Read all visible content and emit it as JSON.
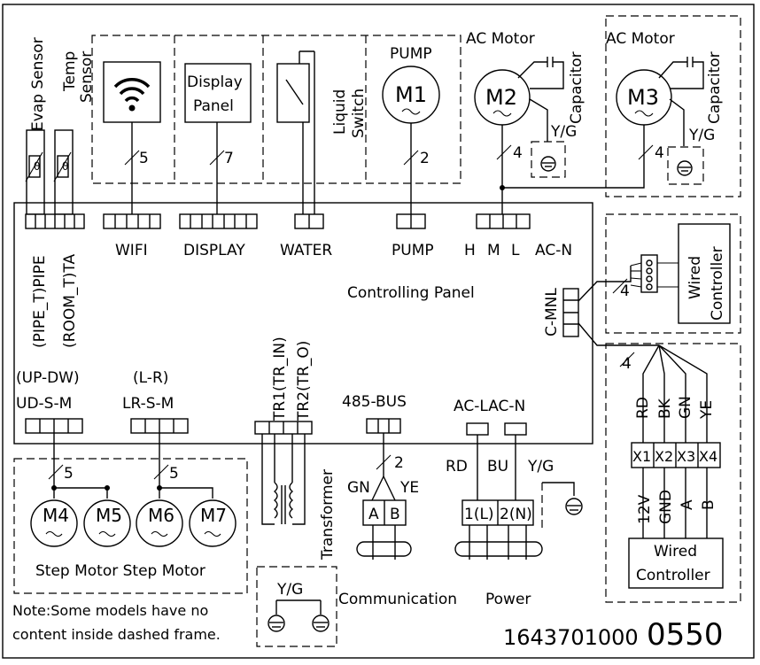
{
  "sensors": {
    "evap": "Evap Sensor",
    "temp_line1": "Temp",
    "temp_line2": "Sensor",
    "pipe_label": "(PIPE_T)PIPE",
    "room_label": "(ROOM_T)TA"
  },
  "devices": {
    "wifi_wires": "5",
    "display_line1": "Display",
    "display_line2": "Panel",
    "display_wires": "7",
    "liquid_line1": "Liquid",
    "liquid_line2": "Switch",
    "pump_title": "PUMP",
    "pump_motor": "M1",
    "pump_wires": "2"
  },
  "ac_motors": [
    {
      "title": "AC Motor",
      "motor": "M2",
      "cap_label": "Capacitor",
      "ground": "Y/G",
      "wires": "4"
    },
    {
      "title": "AC Motor",
      "motor": "M3",
      "cap_label": "Capacitor",
      "ground": "Y/G",
      "wires": "4"
    }
  ],
  "panel": {
    "title": "Controlling Panel",
    "wifi": "WIFI",
    "display": "DISPLAY",
    "water": "WATER",
    "pump": "PUMP",
    "fan_h": "H",
    "fan_m": "M",
    "fan_l": "L",
    "acn": "AC-N",
    "cmnl": "C-MNL",
    "updw": "(UP-DW)",
    "udsm": "UD-S-M",
    "lr": "(L-R)",
    "lrsm": "LR-S-M",
    "tr1": "TR1(TR_IN)",
    "tr2": "TR2(TR_O)",
    "bus485": "485-BUS",
    "aclacn": "AC-LAC-N"
  },
  "step_motors": {
    "motors": [
      "M4",
      "M5",
      "M6",
      "M7"
    ],
    "wires_left": "5",
    "wires_right": "5",
    "caption": "Step Motor Step Motor"
  },
  "transformer": {
    "label": "Transformer",
    "ground": "Y/G"
  },
  "communication": {
    "gn": "GN",
    "ye": "YE",
    "a": "A",
    "b": "B",
    "wires": "2",
    "label": "Communication"
  },
  "power": {
    "rd": "RD",
    "bu": "BU",
    "yg": "Y/G",
    "t1": "1(L)",
    "t2": "2(N)",
    "label": "Power"
  },
  "wired_controller": {
    "upper_line1": "Wired",
    "upper_line2": "Controller",
    "upper_wires": "4",
    "lower_wires": "4",
    "wire_colors": [
      "RD",
      "BK",
      "GN",
      "YE"
    ],
    "terminals": [
      "X1",
      "X2",
      "X3",
      "X4"
    ],
    "pins": [
      "12V",
      "GND",
      "A",
      "B"
    ],
    "lower_line1": "Wired",
    "lower_line2": "Controller"
  },
  "note": {
    "line1": "Note:Some models have no",
    "line2": "content inside dashed frame."
  },
  "part_number": {
    "prefix": "1643701000",
    "suffix": "0550"
  }
}
